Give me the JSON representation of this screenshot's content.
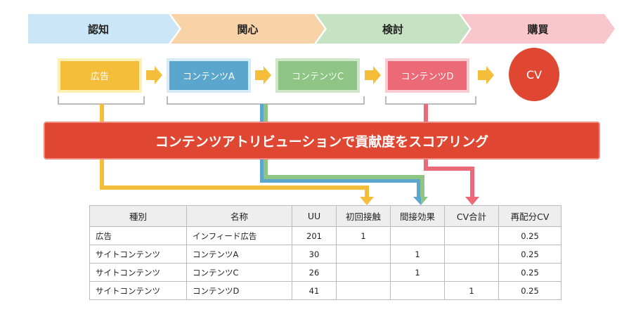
{
  "stages": [
    "認知",
    "関心",
    "検討",
    "購買"
  ],
  "touchpoints": [
    "広告",
    "コンテンツA",
    "コンテンツC",
    "コンテンツD"
  ],
  "cv": "CV",
  "banner": "コンテンツアトリビューションで貢献度をスコアリング",
  "colors": {
    "ad": "#f5be3a",
    "contentA": "#5aa6cc",
    "contentC": "#8fc584",
    "contentD": "#ec6977",
    "cv": "#df4733"
  },
  "table": {
    "headers": [
      "種別",
      "名称",
      "UU",
      "初回接触",
      "間接効果",
      "CV合計",
      "再配分CV"
    ],
    "rows": [
      [
        "広告",
        "インフィード広告",
        "201",
        "1",
        "",
        "",
        "0.25"
      ],
      [
        "サイトコンテンツ",
        "コンテンツA",
        "30",
        "",
        "1",
        "",
        "0.25"
      ],
      [
        "サイトコンテンツ",
        "コンテンツC",
        "26",
        "",
        "1",
        "",
        "0.25"
      ],
      [
        "サイトコンテンツ",
        "コンテンツD",
        "41",
        "",
        "",
        "1",
        "0.25"
      ]
    ]
  }
}
